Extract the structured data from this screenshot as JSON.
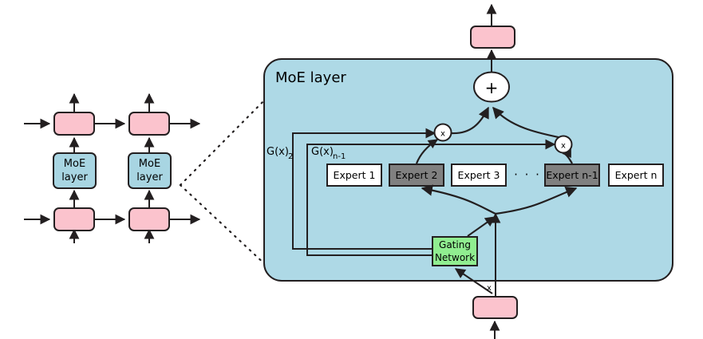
{
  "figure": {
    "title": "Mixture-of-Experts (MoE) layer architecture diagram",
    "background_color": "#ffffff"
  },
  "colors": {
    "pink_block": "#fbc3cd",
    "blue_block": "#a8d5e2",
    "panel_blue": "#aed9e6",
    "expert_light": "#ffffff",
    "expert_active": "#808080",
    "gating_green": "#90ee90",
    "stroke": "#231f20",
    "text": "#000000"
  },
  "left_stack": {
    "moe_label_1": "MoE\nlayer",
    "moe_label_1_line1": "MoE",
    "moe_label_1_line2": "layer",
    "moe_label_2_line1": "MoE",
    "moe_label_2_line2": "layer",
    "columns": [
      {
        "top_block_label": "",
        "moe_label": "MoE layer",
        "bottom_block_label": ""
      },
      {
        "top_block_label": "",
        "moe_label": "MoE layer",
        "bottom_block_label": ""
      }
    ]
  },
  "moe_panel": {
    "title": "MoE layer",
    "gates": {
      "gate_2": "G(x)",
      "gate_2_sub": "2",
      "gate_n1": "G(x)",
      "gate_n1_sub": "n-1"
    },
    "experts": [
      {
        "label": "Expert 1",
        "active": false
      },
      {
        "label": "Expert 2",
        "active": true
      },
      {
        "label": "Expert 3",
        "active": false
      },
      {
        "label": "Expert n-1",
        "active": true
      },
      {
        "label": "Expert n",
        "active": false
      }
    ],
    "ellipsis": "· · ·",
    "gating_network_line1": "Gating",
    "gating_network_line2": "Network",
    "gating_network_label": "Gating Network",
    "operators": {
      "multiply_left": "x",
      "multiply_right": "x",
      "sum": "+"
    },
    "input_label": "x",
    "top_block_label": "",
    "bottom_block_label": ""
  }
}
